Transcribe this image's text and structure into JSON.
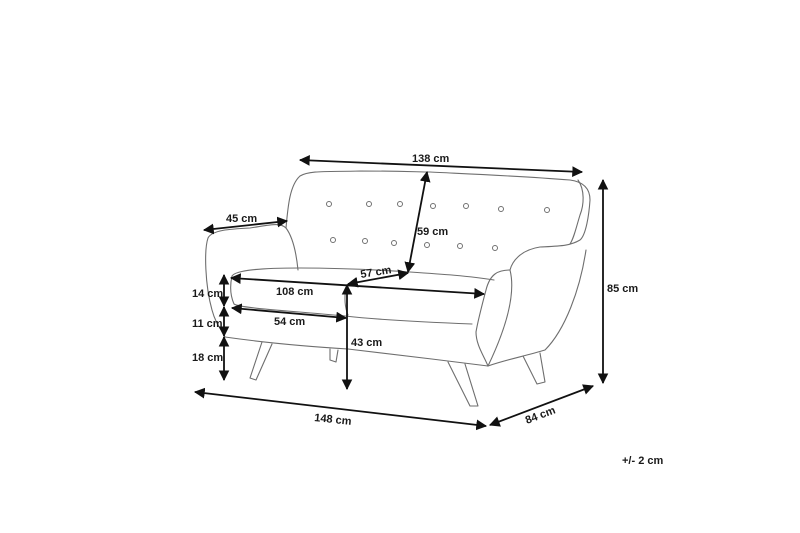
{
  "diagram": {
    "subject": "Two-seater sofa dimension drawing",
    "tolerance_note": "+/- 2 cm",
    "colors": {
      "background": "#ffffff",
      "outline": "#6e6e6e",
      "dimension_line": "#111111",
      "label_text": "#1a1a1a"
    },
    "dimensions": {
      "back_width": "138 cm",
      "armrest_depth": "45 cm",
      "backrest_height": "59 cm",
      "seat_depth": "57 cm",
      "seat_width": "108 cm",
      "seat_half_width": "54 cm",
      "cushion_height": "14 cm",
      "seat_base_height": "11 cm",
      "leg_height": "18 cm",
      "seat_height": "43 cm",
      "total_height": "85 cm",
      "total_width": "148 cm",
      "total_depth": "84 cm"
    }
  }
}
